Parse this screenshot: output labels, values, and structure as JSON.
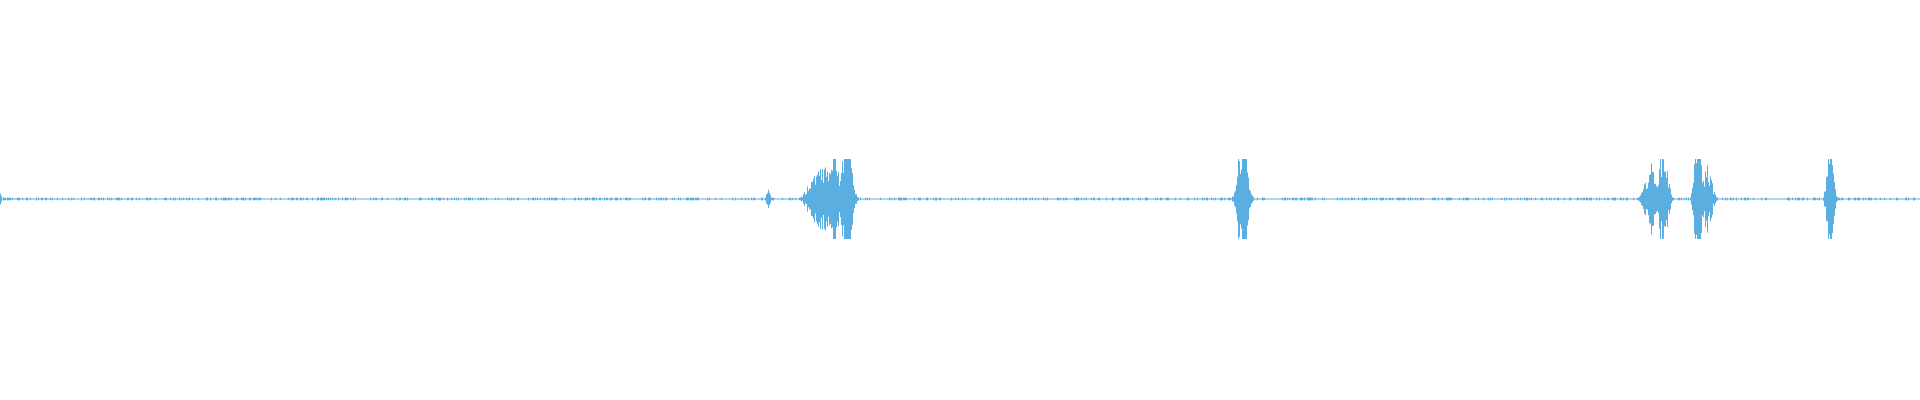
{
  "waveform": {
    "color": "#5aaee0",
    "duration_fraction_markers": "none",
    "amplitude_scale": 1.0,
    "bursts": [
      {
        "t": 0.0,
        "amp": 0.004,
        "width": 0.0
      },
      {
        "t": 0.4,
        "amp": 0.01,
        "width": 0.001
      },
      {
        "t": 0.423,
        "amp": 0.012,
        "width": 0.004
      },
      {
        "t": 0.428,
        "amp": 0.022,
        "width": 0.006
      },
      {
        "t": 0.434,
        "amp": 0.026,
        "width": 0.004
      },
      {
        "t": 0.441,
        "amp": 0.045,
        "width": 0.003
      },
      {
        "t": 0.647,
        "amp": 0.04,
        "width": 0.003
      },
      {
        "t": 0.648,
        "amp": 0.03,
        "width": 0.002
      },
      {
        "t": 0.86,
        "amp": 0.02,
        "width": 0.004
      },
      {
        "t": 0.866,
        "amp": 0.03,
        "width": 0.003
      },
      {
        "t": 0.884,
        "amp": 0.05,
        "width": 0.002
      },
      {
        "t": 0.889,
        "amp": 0.02,
        "width": 0.003
      },
      {
        "t": 0.953,
        "amp": 0.04,
        "width": 0.002
      }
    ]
  }
}
